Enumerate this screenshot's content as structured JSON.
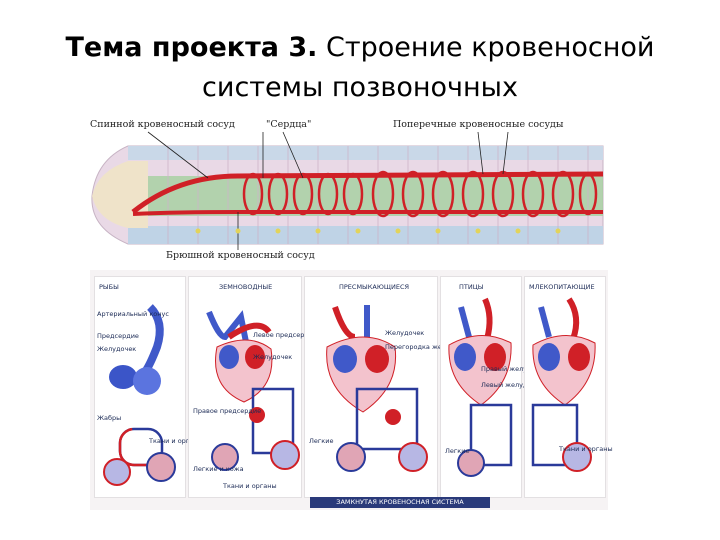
{
  "slide": {
    "title_bold": "Тема проекта 3.",
    "title_rest": "Строение кровеносной",
    "title_line2": "системы позвоночных"
  },
  "worm": {
    "label_dorsal": "Спинной кровеносный сосуд",
    "label_hearts": "\"Сердца\"",
    "label_transverse": "Поперечные кровеносные сосуды",
    "label_ventral": "Брюшной кровеносный сосуд"
  },
  "hearts": {
    "fish": {
      "title": "рыбы",
      "arterial_cone": "Артериальный конус",
      "atrium": "Предсердие",
      "ventricle": "Желудочек",
      "gills": "Жабры",
      "tissues": "Ткани и органы"
    },
    "amphibians": {
      "title": "земноводные",
      "left_atrium": "Левое предсердие",
      "ventricle": "Желудочек",
      "right_atrium": "Правое предсердие",
      "lungs_skin": "Легкие и кожа",
      "tissues": "Ткани и органы"
    },
    "reptiles": {
      "title": "пресмыкающиеся",
      "ventricle": "Желудочек",
      "septum": "Перегородка желудочка",
      "lungs": "Легкие"
    },
    "birds": {
      "title": "птицы",
      "right_ventricle": "Правый желудочек",
      "left_ventricle": "Левый желудочек",
      "lungs": "Легкие"
    },
    "mammals": {
      "title": "млекопитающие",
      "tissues": "Ткани и органы"
    },
    "caption": "Замкнутая кровеносная система"
  }
}
